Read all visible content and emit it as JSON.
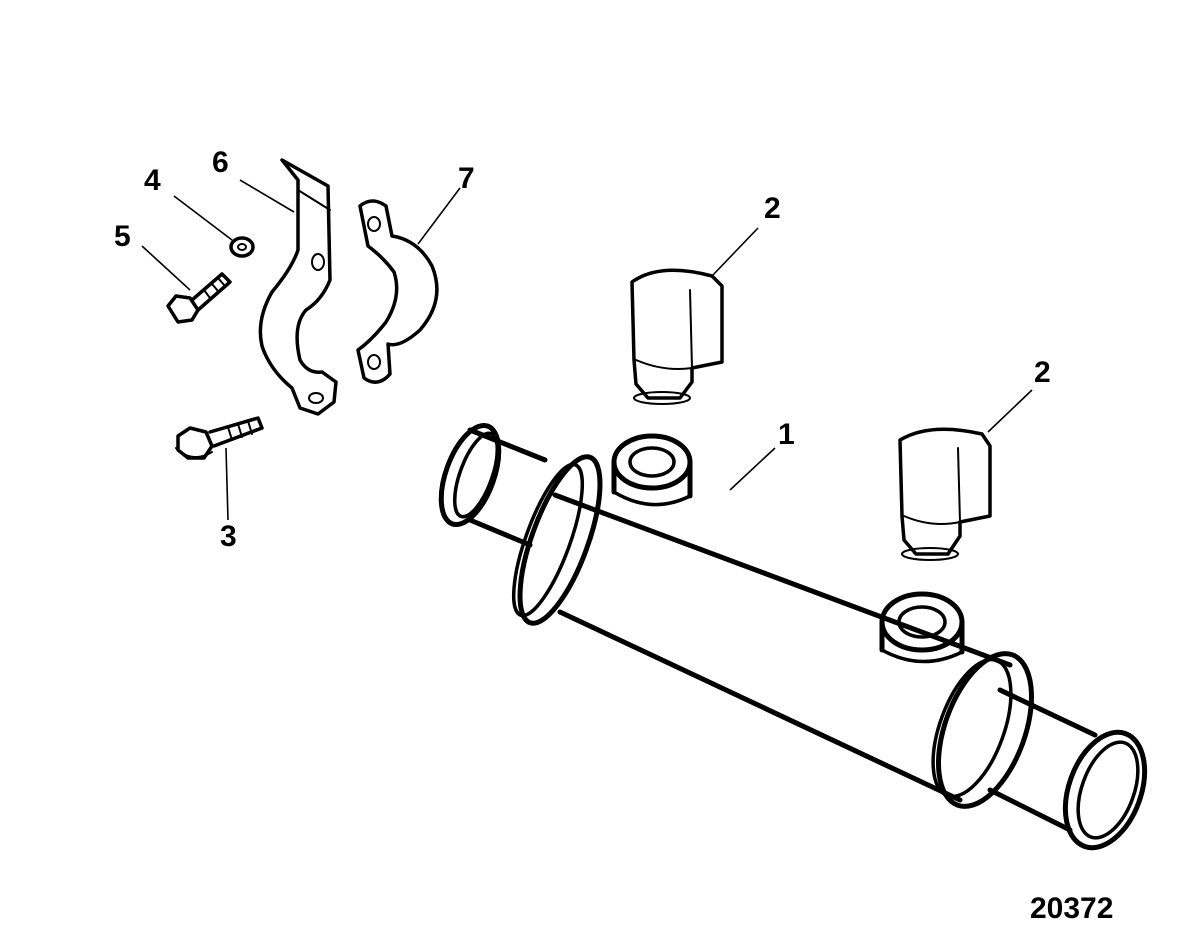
{
  "diagram": {
    "figure_number": "20372",
    "callouts": [
      {
        "id": "c1",
        "label": "1"
      },
      {
        "id": "c2a",
        "label": "2"
      },
      {
        "id": "c2b",
        "label": "2"
      },
      {
        "id": "c3",
        "label": "3"
      },
      {
        "id": "c4",
        "label": "4"
      },
      {
        "id": "c5",
        "label": "5"
      },
      {
        "id": "c6",
        "label": "6"
      },
      {
        "id": "c7",
        "label": "7"
      }
    ]
  }
}
